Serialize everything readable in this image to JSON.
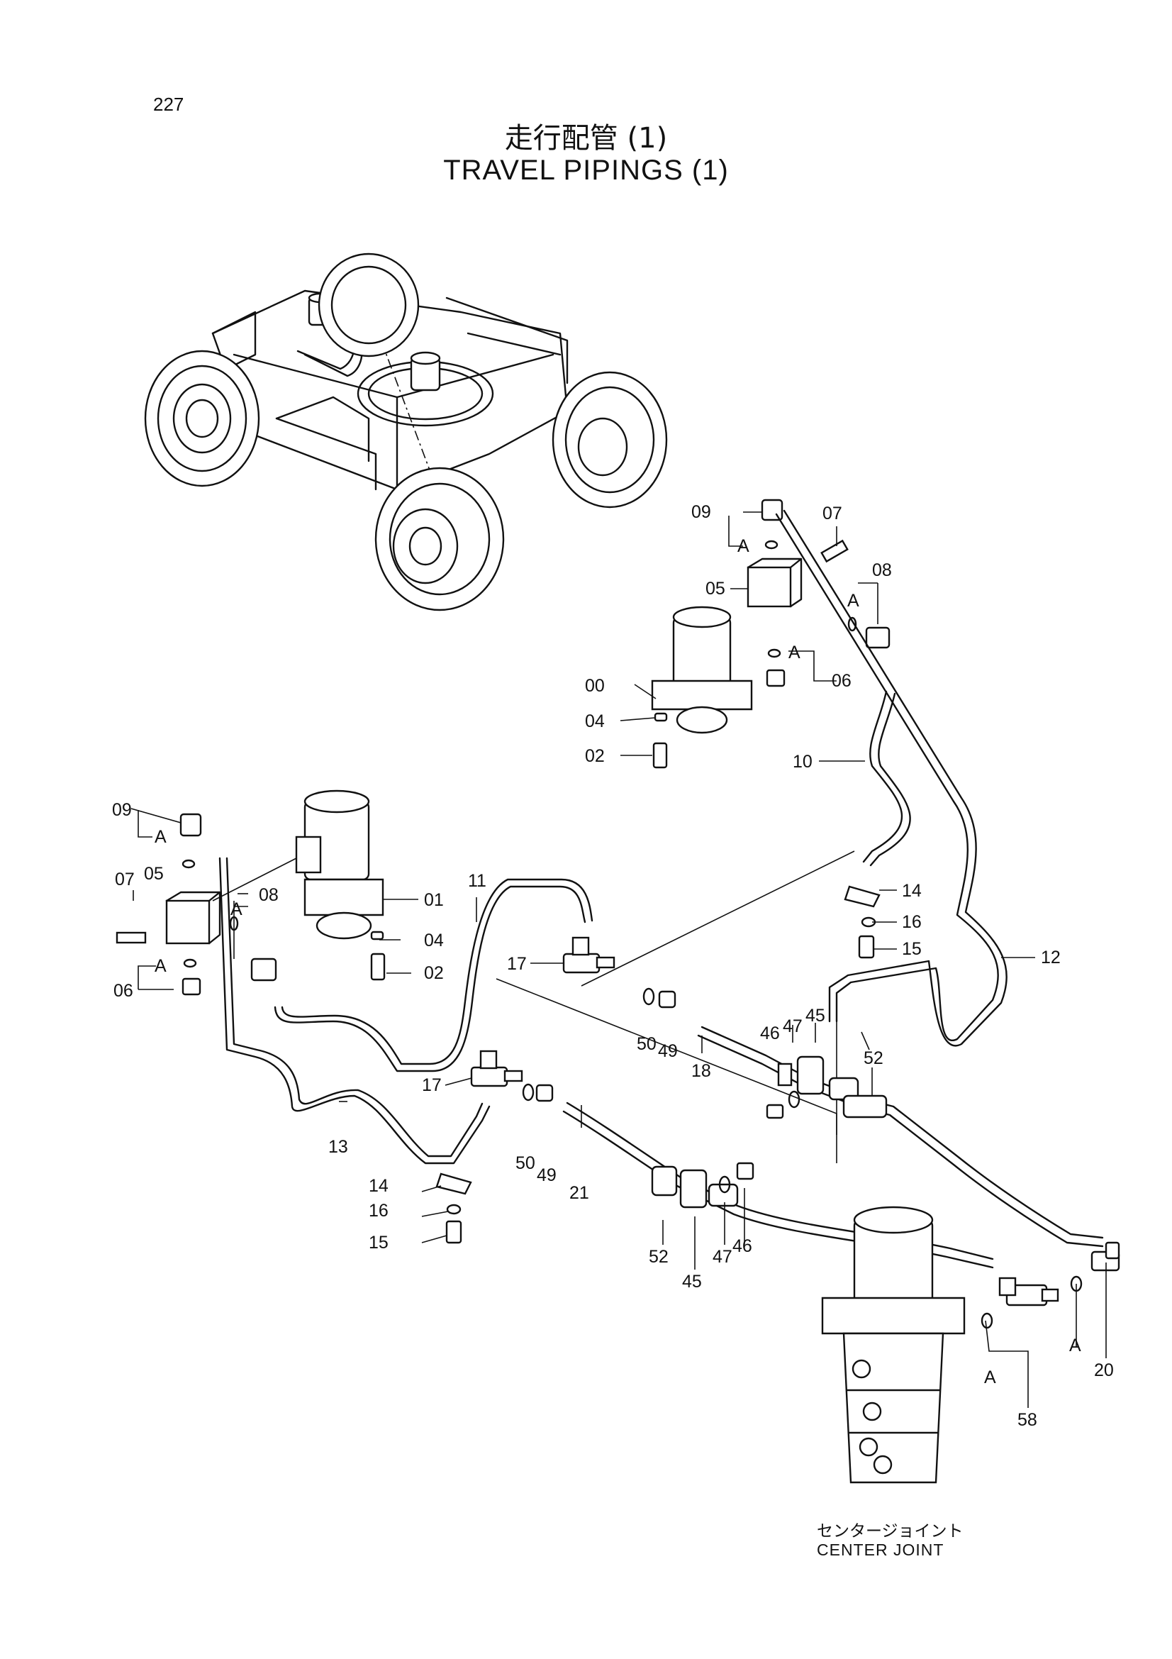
{
  "header": {
    "page_number": "227",
    "title_jp": "走行配管 (1)",
    "title_en": "TRAVEL PIPINGS (1)"
  },
  "center_joint": {
    "label_jp": "センタージョイント",
    "label_en": "CENTER JOINT"
  },
  "callouts": {
    "c09a": "09",
    "c07a": "07",
    "cAa1": "A",
    "c08a": "08",
    "c05a": "05",
    "cAa2": "A",
    "c00": "00",
    "c06a": "06",
    "c04a": "04",
    "c02a": "02",
    "c10": "10",
    "c09b": "09",
    "cAb1": "A",
    "c07b": "07",
    "c05b": "05",
    "c08b": "08",
    "cAb2": "A",
    "c06b": "06",
    "c01": "01",
    "c04b": "04",
    "c02b": "02",
    "c11": "11",
    "c14a": "14",
    "c16a": "16",
    "c15a": "15",
    "c12": "12",
    "c17a": "17",
    "c50a": "50",
    "c49a": "49",
    "c18": "18",
    "c46a": "46",
    "c47a": "47",
    "c45a": "45",
    "c52a": "52",
    "c17b": "17",
    "c13": "13",
    "c50b": "50",
    "c49b": "49",
    "c21": "21",
    "c14b": "14",
    "c16b": "16",
    "c15b": "15",
    "c52b": "52",
    "c45b": "45",
    "c47b": "47",
    "c46b": "46",
    "cAc1": "A",
    "c58": "58",
    "cAc2": "A",
    "c20": "20"
  }
}
